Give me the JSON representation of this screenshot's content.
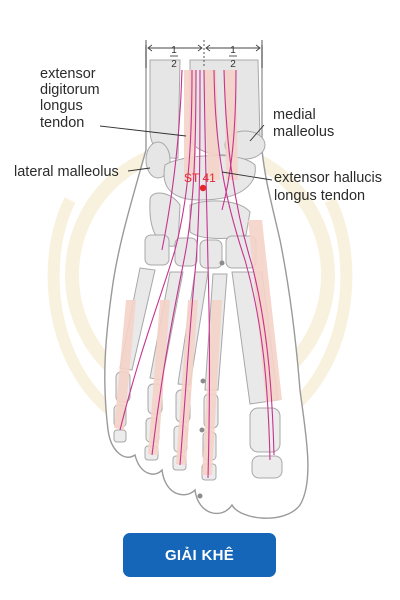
{
  "fractions": {
    "left": {
      "numerator": "1",
      "denominator": "2"
    },
    "right": {
      "numerator": "1",
      "denominator": "2"
    }
  },
  "labels": {
    "extensor_digitorum": [
      "extensor",
      "digitorum",
      "longus",
      "tendon"
    ],
    "lateral_malleolus": "lateral malleolus",
    "medial_malleolus": [
      "medial",
      "malleolus"
    ],
    "extensor_hallucis": [
      "extensor hallucis",
      "longus tendon"
    ]
  },
  "point": {
    "code": "ST 41",
    "color": "#e5262f"
  },
  "title": "GIẢI KHÊ",
  "colors": {
    "button": "#1565b8",
    "tendon": "#c7338f",
    "bone_fill": "#e6e6e6",
    "joint_fill": "#f5d3c8",
    "watermark": "#f3e6c4"
  }
}
